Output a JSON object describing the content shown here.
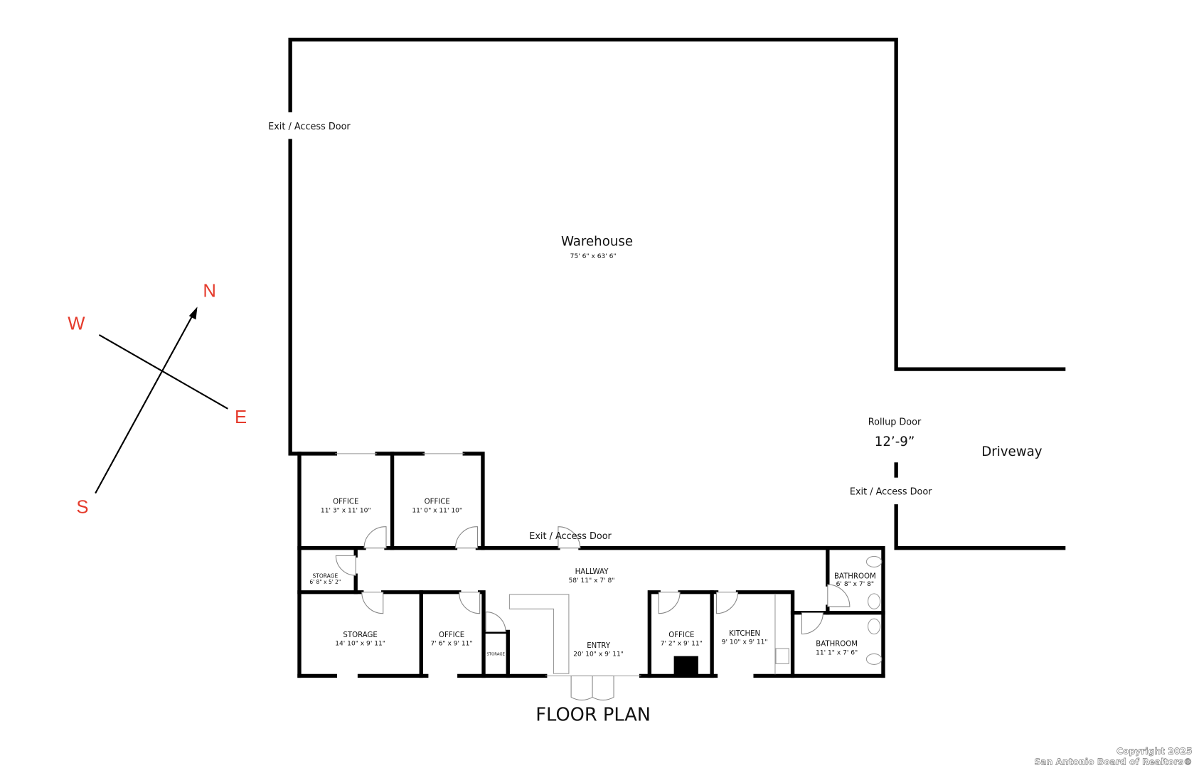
{
  "title": "FLOOR PLAN",
  "rooms": {
    "warehouse": {
      "name": "Warehouse",
      "dims": "75' 6\" x 63' 6\""
    },
    "office1": {
      "name": "OFFICE",
      "dims": "11' 3\" x 11' 10\""
    },
    "office2": {
      "name": "OFFICE",
      "dims": "11' 0\" x 11' 10\""
    },
    "storage_small": {
      "name": "STORAGE",
      "dims": "6' 8\" x 5' 2\""
    },
    "hallway": {
      "name": "HALLWAY",
      "dims": "58' 11\" x 7' 8\""
    },
    "storage_large": {
      "name": "STORAGE",
      "dims": "14' 10\" x 9' 11\""
    },
    "office3": {
      "name": "OFFICE",
      "dims": "7' 6\" x 9' 11\""
    },
    "storage_closet": {
      "name": "STORAGE"
    },
    "entry": {
      "name": "ENTRY",
      "dims": "20' 10\" x 9' 11\""
    },
    "office4": {
      "name": "OFFICE",
      "dims": "7' 2\" x 9' 11\""
    },
    "kitchen": {
      "name": "KITCHEN",
      "dims": "9' 10\" x 9' 11\""
    },
    "bathroom1": {
      "name": "BATHROOM",
      "dims": "6' 8\" x 7' 8\""
    },
    "bathroom2": {
      "name": "BATHROOM",
      "dims": "11' 1\" x 7' 6\""
    }
  },
  "labels": {
    "exit_west": "Exit / Access Door",
    "exit_hall": "Exit / Access Door",
    "exit_east": "Exit / Access Door",
    "rollup": "Rollup Door",
    "rollup_width": "12’-9”",
    "driveway": "Driveway"
  },
  "compass": {
    "n": "N",
    "s": "S",
    "e": "E",
    "w": "W",
    "color": "#e53b2c"
  },
  "copyright": {
    "line1": "Copyright 2025",
    "line2": "San Antonio Board of Realtors®"
  }
}
